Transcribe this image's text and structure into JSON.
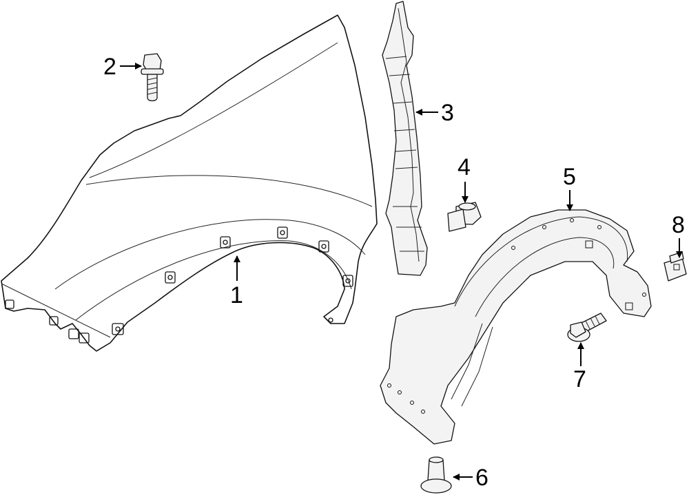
{
  "highlight_color": "#f7c4c4",
  "parts": [
    {
      "id": "fender",
      "callout": "1"
    },
    {
      "id": "bolt",
      "callout": "2"
    },
    {
      "id": "bracket",
      "callout": "3"
    },
    {
      "id": "clip",
      "callout": "4"
    },
    {
      "id": "fender-liner",
      "callout": "5"
    },
    {
      "id": "push-clip",
      "callout": "6"
    },
    {
      "id": "screw",
      "callout": "7"
    },
    {
      "id": "nut",
      "callout": "8"
    }
  ]
}
